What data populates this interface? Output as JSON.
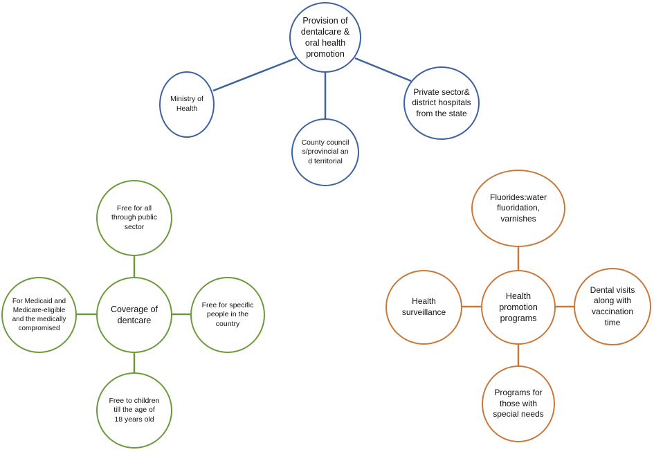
{
  "colors": {
    "blue": "#3d62a0",
    "green": "#6a9a3a",
    "orange": "#c8793a"
  },
  "blue_group": {
    "center": "Provision of dentalcare & oral health promotion",
    "left": "Ministry of Health",
    "bottom": "County councils/provincial and territorial",
    "right": "Private sector& district hospitals from the state"
  },
  "green_group": {
    "center": "Coverage of dentcare",
    "top": "Free for all through public sector",
    "left": "For Medicaid and Medicare-eligible and the medically compromised",
    "right": "Free for  specific people in the country",
    "bottom": "Free to children till the age of 18 years old"
  },
  "orange_group": {
    "center": "Health promotion programs",
    "top": "Fluorides:water fluoridation, varnishes",
    "left": "Health surveillance",
    "right": "Dental visits along with vaccination time",
    "bottom": "Programs for those with special needs"
  }
}
